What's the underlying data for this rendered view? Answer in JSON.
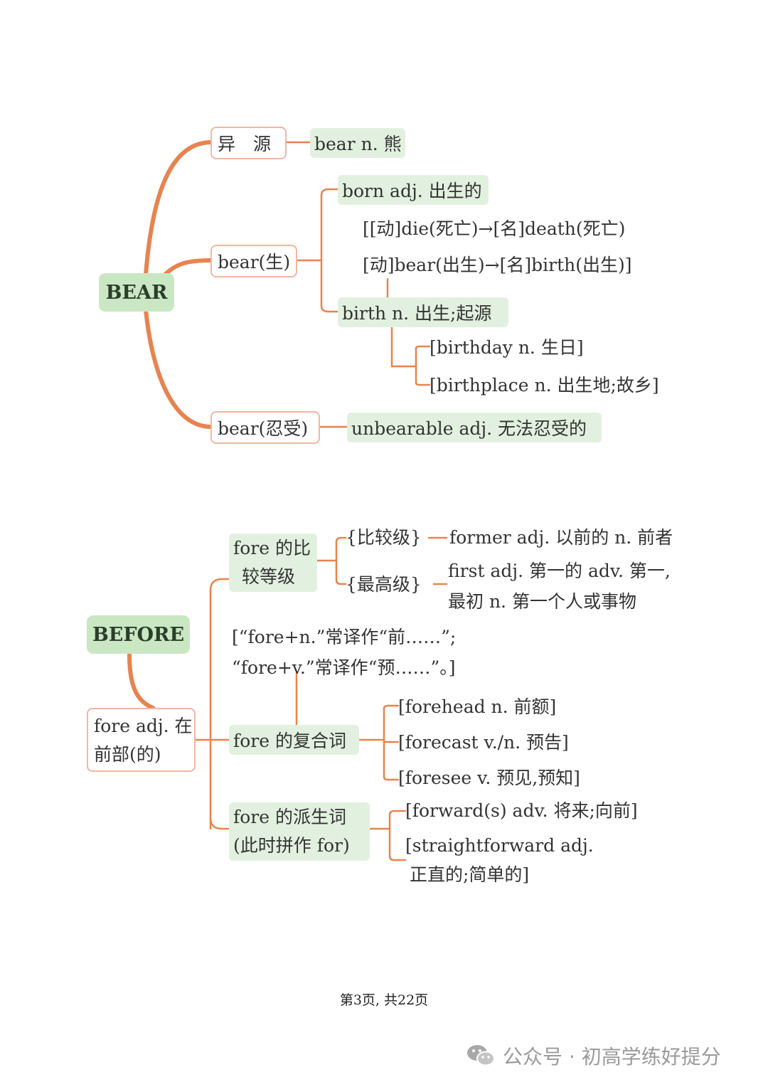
{
  "bear": {
    "root": "BEAR",
    "b1": {
      "label": "异　源",
      "child": "bear n. 熊"
    },
    "b2": {
      "label": "bear(生)",
      "born": "born adj. 出生的",
      "note1": "[[动]die(死亡)→[名]death(死亡)",
      "note2": "[动]bear(出生)→[名]birth(出生)]",
      "birth": "birth n. 出生;起源",
      "birthday": "[birthday n. 生日]",
      "birthplace": "[birthplace n. 出生地;故乡]"
    },
    "b3": {
      "label": "bear(忍受)",
      "child": "unbearable adj. 无法忍受的"
    }
  },
  "before": {
    "root": "BEFORE",
    "fore": [
      "fore adj. 在",
      "前部(的)"
    ],
    "comp": {
      "label": [
        "fore 的比",
        "较等级"
      ],
      "bijiao": "{比较级}",
      "former": "former adj. 以前的 n. 前者",
      "zuigao": "{最高级}",
      "first": [
        "first adj. 第一的 adv. 第一,",
        "最初 n. 第一个人或事物"
      ]
    },
    "note": [
      "[“fore+n.”常译作“前……”;",
      "“fore+v.”常译作“预……”。]"
    ],
    "compound": {
      "label": "fore 的复合词",
      "items": [
        "[forehead n. 前额]",
        "[forecast v./n. 预告]",
        "[foresee v. 预见,预知]"
      ]
    },
    "derived": {
      "label": [
        "fore 的派生词",
        "(此时拼作 for)"
      ],
      "items": [
        "[forward(s) adv. 将来;向前]",
        "[straightforward adj.",
        "正直的;简单的]"
      ]
    }
  },
  "footer": "第3页, 共22页",
  "watermark": "公众号 · 初高学练好提分"
}
